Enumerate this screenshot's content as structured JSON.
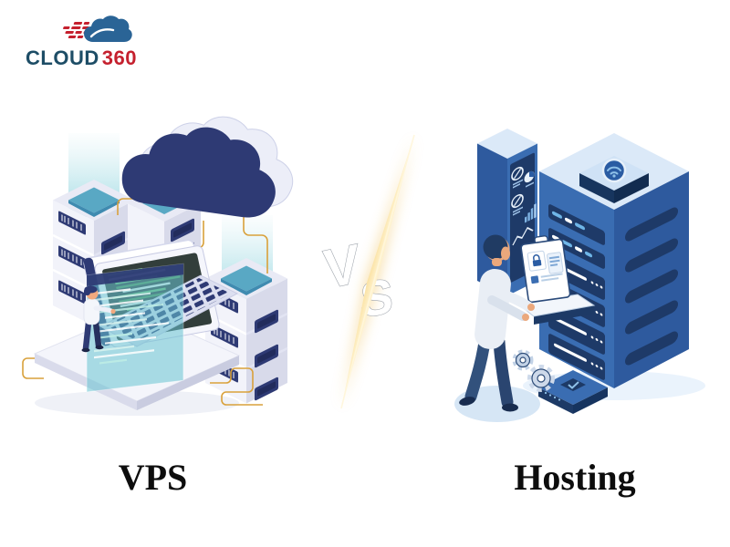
{
  "page": {
    "background": "#ffffff"
  },
  "logo": {
    "brand": "CLOUD",
    "suffix": "360",
    "brand_color": "#1d4d66",
    "suffix_color": "#c5202e",
    "icon_cloud_color": "#2a6496",
    "icon_dash_color": "#c5202e"
  },
  "versus": {
    "letter_v": "V",
    "letter_s": "S",
    "slash_color": "#e8b44a",
    "letter_fill": "#ffffff",
    "letter_outline": "#9aa0a8"
  },
  "sections": {
    "left": {
      "label": "VPS"
    },
    "right": {
      "label": "Hosting"
    }
  },
  "palette": {
    "navy": "#2e3a74",
    "panel_navy": "#1e3a68",
    "teal": "#59a8c4",
    "teal_beam": "#8ed4de",
    "gold_wire": "#d9a13b",
    "server_white": "#f2f3fa",
    "server_shade": "#d8daea",
    "blue_mid": "#3a6db2",
    "blue_dark": "#2e5a9e",
    "light_blue": "#dbe9f8",
    "skin": "#eba87c",
    "label_color": "#0d0d0d"
  }
}
